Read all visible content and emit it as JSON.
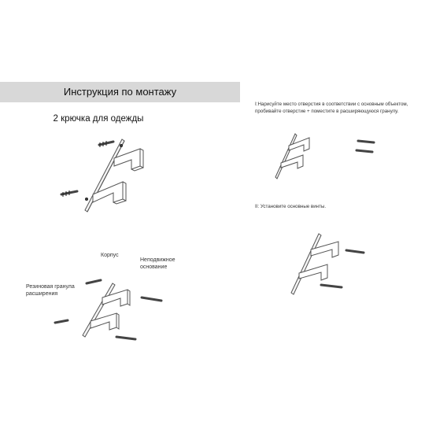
{
  "header": {
    "title": "Инструкция по монтажу"
  },
  "product": {
    "subtitle": "2 крючка для одежды"
  },
  "labels": {
    "body": "Корпус",
    "fixed_base": "Неподвижное основание",
    "rubber_plug": "Резиновая гранула расширения"
  },
  "steps": {
    "step1": "I:Нарисуйте место отверстия в соответствии с основным объектом, пробивайте отверстие + поместите в расширяющуюся гранулу.",
    "step2": "II: Установите основные винты."
  },
  "icons": {
    "main_figure": "double-hook-with-screws-illustration",
    "exploded_figure": "exploded-assembly-illustration",
    "step1_figure": "hook-with-wall-plugs-illustration",
    "step2_figure": "hook-with-screws-illustration"
  }
}
